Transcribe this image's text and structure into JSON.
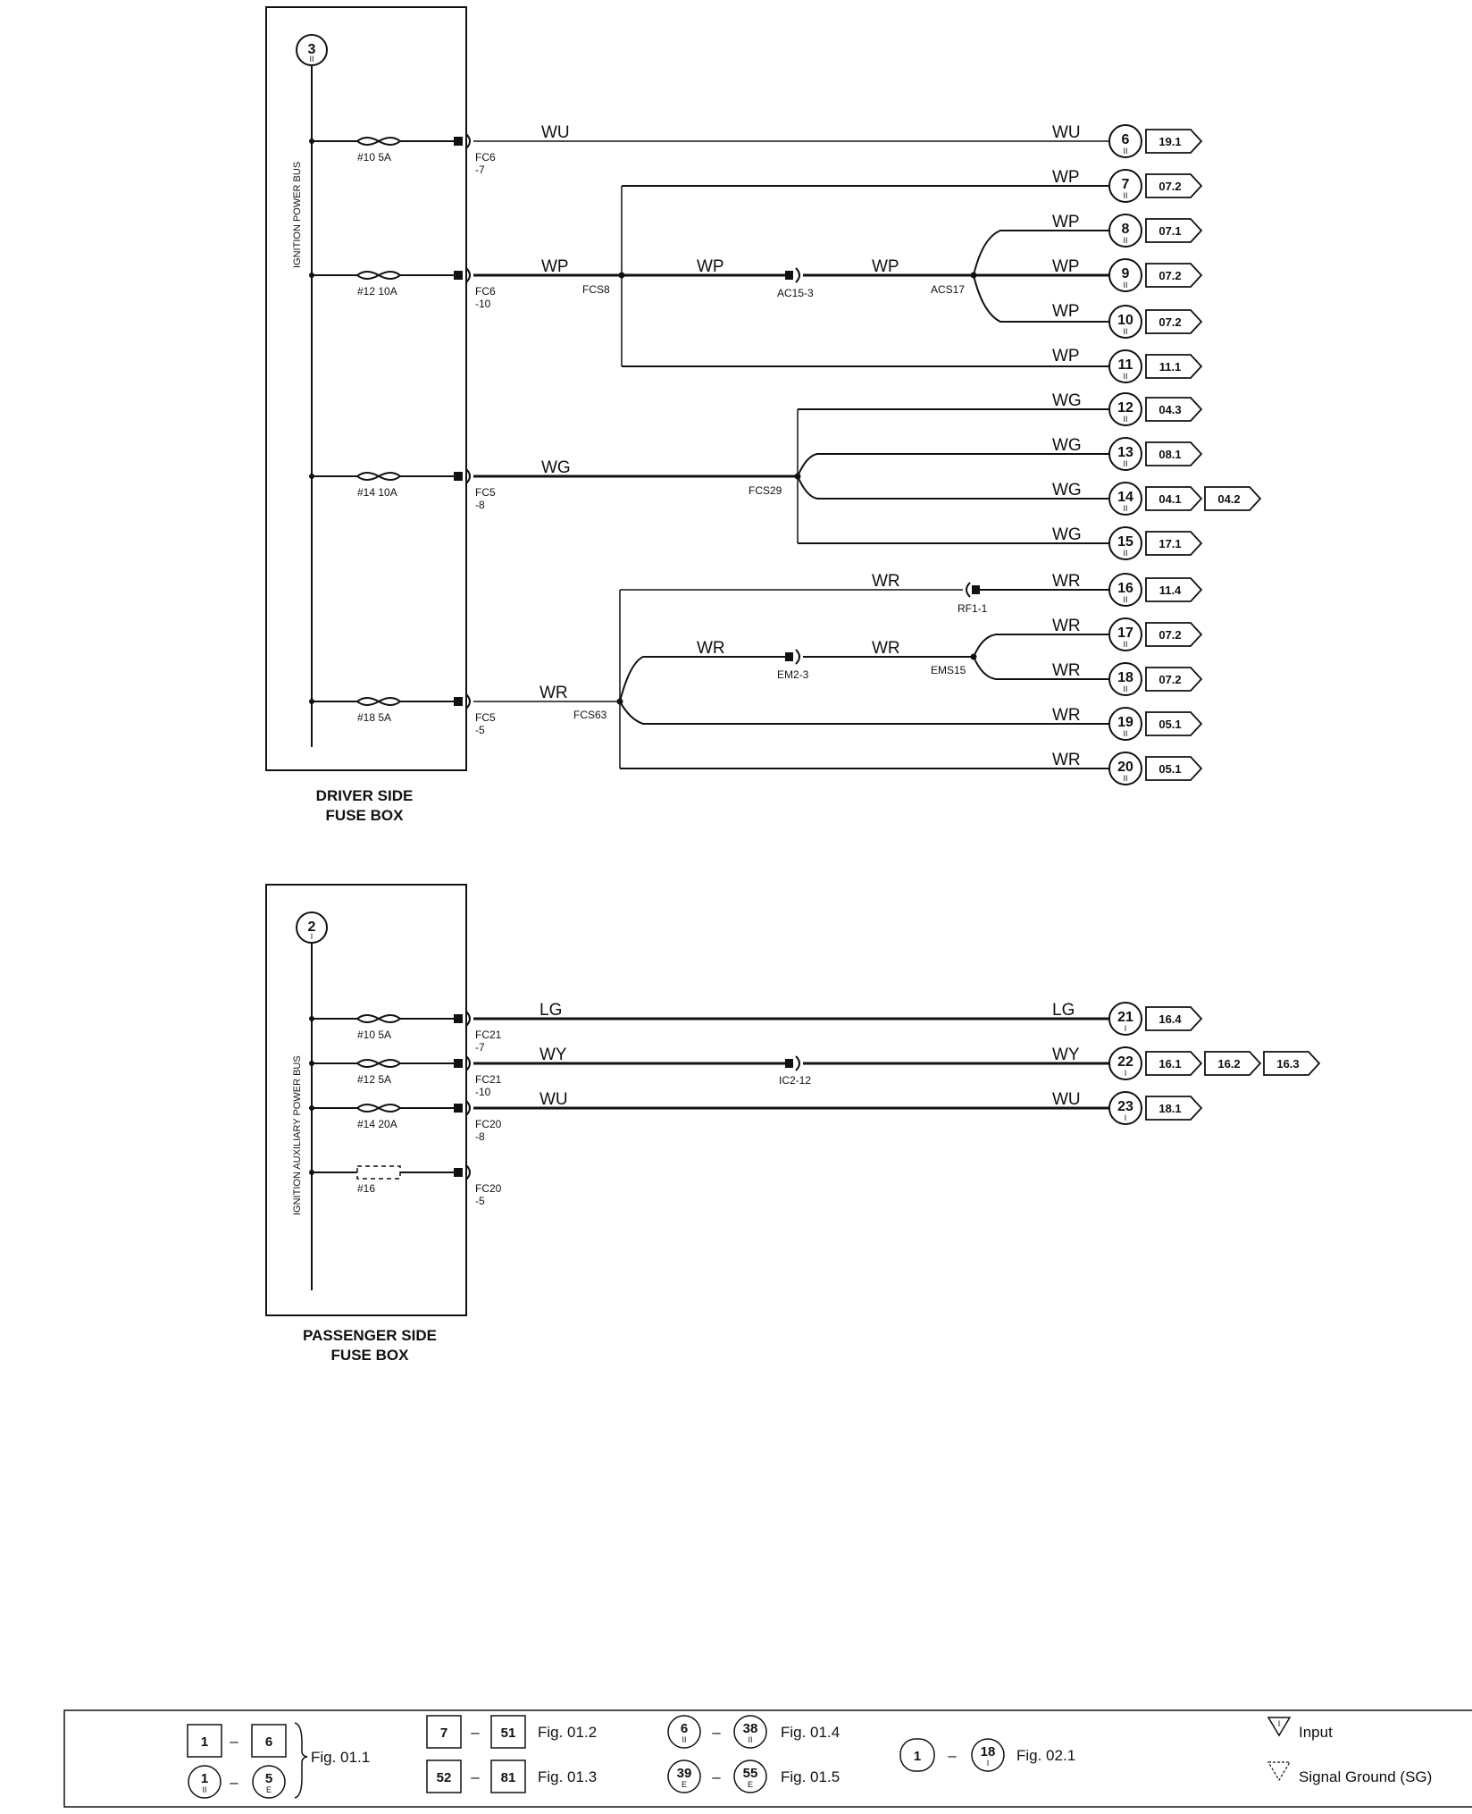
{
  "driver_box": {
    "bus_label": "IGNITION POWER BUS",
    "bus_number": "3",
    "bus_sub": "II",
    "title_line1": "DRIVER SIDE",
    "title_line2": "FUSE BOX",
    "fuses": [
      {
        "label": "#10 5A",
        "connector": "FC6",
        "pin": "-7"
      },
      {
        "label": "#12 10A",
        "connector": "FC6",
        "pin": "-10"
      },
      {
        "label": "#14 10A",
        "connector": "FC5",
        "pin": "-8"
      },
      {
        "label": "#18 5A",
        "connector": "FC5",
        "pin": "-5"
      }
    ]
  },
  "passenger_box": {
    "bus_label": "IGNITION AUXILIARY POWER BUS",
    "bus_number": "2",
    "bus_sub": "I",
    "title_line1": "PASSENGER SIDE",
    "title_line2": "FUSE BOX",
    "fuses": [
      {
        "label": "#10 5A",
        "connector": "FC21",
        "pin": "-7"
      },
      {
        "label": "#12 5A",
        "connector": "FC21",
        "pin": "-10"
      },
      {
        "label": "#14 20A",
        "connector": "FC20",
        "pin": "-8"
      },
      {
        "label": "#16",
        "connector": "FC20",
        "pin": "-5"
      }
    ]
  },
  "splices": [
    "FCS8",
    "ACS17",
    "FCS29",
    "FCS63",
    "EMS15"
  ],
  "inline_connectors": [
    "AC15-3",
    "RF1-1",
    "EM2-3",
    "IC2-12"
  ],
  "wire_labels": {
    "wu": "WU",
    "wp": "WP",
    "wg": "WG",
    "wr": "WR",
    "lg": "LG",
    "wy": "WY"
  },
  "outputs": [
    {
      "num": "6",
      "sub": "II",
      "wire": "WU",
      "refs": [
        "19.1"
      ]
    },
    {
      "num": "7",
      "sub": "II",
      "wire": "WP",
      "refs": [
        "07.2"
      ]
    },
    {
      "num": "8",
      "sub": "II",
      "wire": "WP",
      "refs": [
        "07.1"
      ]
    },
    {
      "num": "9",
      "sub": "II",
      "wire": "WP",
      "refs": [
        "07.2"
      ]
    },
    {
      "num": "10",
      "sub": "II",
      "wire": "WP",
      "refs": [
        "07.2"
      ]
    },
    {
      "num": "11",
      "sub": "II",
      "wire": "WP",
      "refs": [
        "11.1"
      ]
    },
    {
      "num": "12",
      "sub": "II",
      "wire": "WG",
      "refs": [
        "04.3"
      ]
    },
    {
      "num": "13",
      "sub": "II",
      "wire": "WG",
      "refs": [
        "08.1"
      ]
    },
    {
      "num": "14",
      "sub": "II",
      "wire": "WG",
      "refs": [
        "04.1",
        "04.2"
      ]
    },
    {
      "num": "15",
      "sub": "II",
      "wire": "WG",
      "refs": [
        "17.1"
      ]
    },
    {
      "num": "16",
      "sub": "II",
      "wire": "WR",
      "refs": [
        "11.4"
      ]
    },
    {
      "num": "17",
      "sub": "II",
      "wire": "WR",
      "refs": [
        "07.2"
      ]
    },
    {
      "num": "18",
      "sub": "II",
      "wire": "WR",
      "refs": [
        "07.2"
      ]
    },
    {
      "num": "19",
      "sub": "II",
      "wire": "WR",
      "refs": [
        "05.1"
      ]
    },
    {
      "num": "20",
      "sub": "II",
      "wire": "WR",
      "refs": [
        "05.1"
      ]
    },
    {
      "num": "21",
      "sub": "I",
      "wire": "LG",
      "refs": [
        "16.4"
      ]
    },
    {
      "num": "22",
      "sub": "I",
      "wire": "WY",
      "refs": [
        "16.1",
        "16.2",
        "16.3"
      ]
    },
    {
      "num": "23",
      "sub": "I",
      "wire": "WU",
      "refs": [
        "18.1"
      ]
    }
  ],
  "legend": {
    "g1_a": "1",
    "g1_b": "6",
    "g1_c": "1",
    "g1_c_sub": "II",
    "g1_d": "5",
    "g1_d_sub": "E",
    "g1_fig": "Fig. 01.1",
    "g2_a": "7",
    "g2_b": "51",
    "g2_fig": "Fig. 01.2",
    "g3_a": "52",
    "g3_b": "81",
    "g3_fig": "Fig. 01.3",
    "g4_a": "6",
    "g4_a_sub": "II",
    "g4_b": "38",
    "g4_b_sub": "II",
    "g4_fig": "Fig. 01.4",
    "g5_a": "39",
    "g5_a_sub": "E",
    "g5_b": "55",
    "g5_b_sub": "E",
    "g5_fig": "Fig. 01.5",
    "g6_a": "1",
    "g6_b": "18",
    "g6_b_sub": "I",
    "g6_fig": "Fig. 02.1",
    "dash": "–",
    "input_symbol": "I",
    "input_label": "Input",
    "ground_label": "Signal Ground (SG)"
  }
}
